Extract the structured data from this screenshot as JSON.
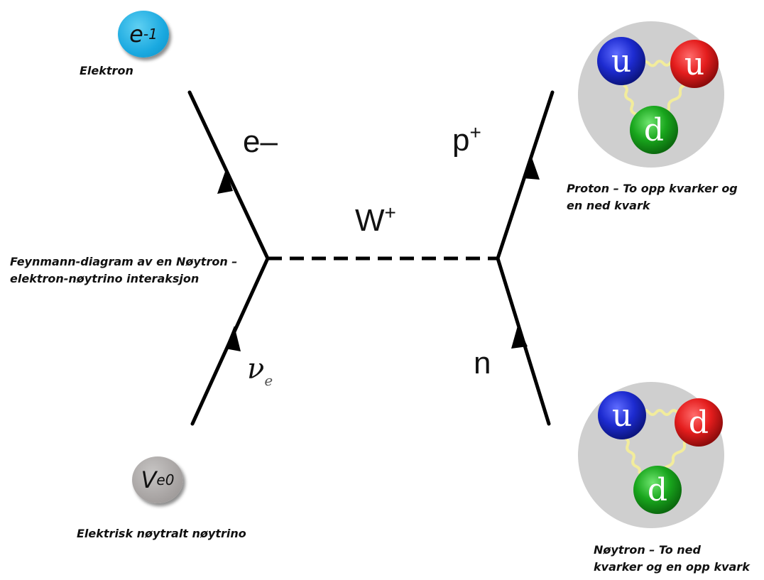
{
  "diagram": {
    "electron_badge": {
      "symbol": "e",
      "superscript": "-1",
      "caption": "Elektron"
    },
    "neutrino_badge": {
      "symbol": "V",
      "subscript": "e",
      "superscript": "0",
      "caption": "Elektrisk nøytralt nøytrino"
    },
    "feynman_caption": [
      "Feynmann-diagram  av en Nøytron –",
      "elektron-nøytrino  interaksjon"
    ],
    "particle_labels": {
      "electron": "e–",
      "proton": "p+",
      "w_boson": "W+",
      "neutron": "n",
      "neutrino_symbol": "ν",
      "neutrino_subscript": "e"
    },
    "proton": {
      "quarks": [
        "u",
        "u",
        "d"
      ],
      "quark_colors": [
        "#1d2bd0",
        "#e41d1d",
        "#19a61d"
      ],
      "caption": [
        "Proton – To opp kvarker og",
        "en ned kvark"
      ]
    },
    "neutron": {
      "quarks": [
        "u",
        "d",
        "d"
      ],
      "quark_colors": [
        "#1d2bd0",
        "#e41d1d",
        "#19a61d"
      ],
      "caption": [
        "Nøytron  – To ned",
        "kvarker  og en opp kvark"
      ]
    },
    "colors": {
      "electron_badge": "#1aa9e0",
      "neutrino_badge": "#a8a4a3",
      "hadron_background": "#cfcfcf",
      "gluon": "#f2ec9c",
      "line": "#000000"
    }
  }
}
